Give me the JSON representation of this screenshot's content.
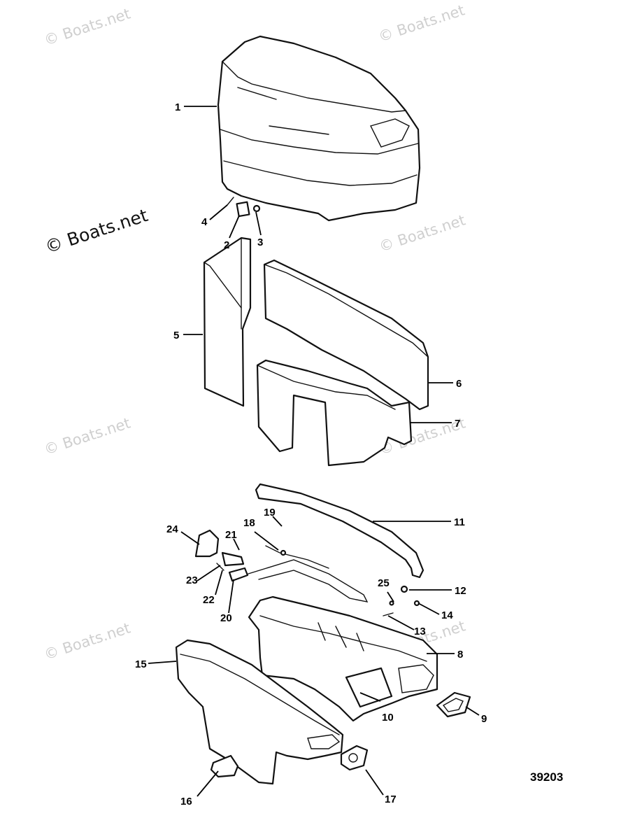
{
  "diagram": {
    "figure_number": "39203",
    "watermark_text": "© Boats.net",
    "callouts": [
      "1",
      "2",
      "3",
      "4",
      "5",
      "6",
      "7",
      "8",
      "9",
      "10",
      "11",
      "12",
      "13",
      "14",
      "15",
      "16",
      "17",
      "18",
      "19",
      "20",
      "21",
      "22",
      "23",
      "24",
      "25"
    ]
  },
  "colors": {
    "ink": "#111111",
    "background": "#ffffff",
    "watermark": "#cfcfcf"
  }
}
